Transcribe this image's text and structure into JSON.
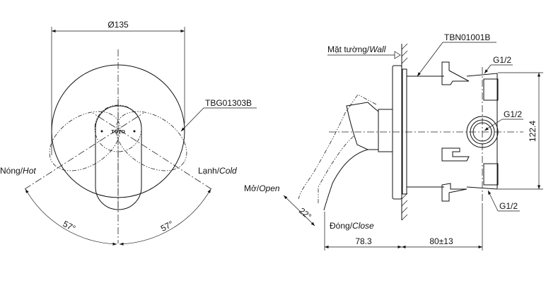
{
  "front_view": {
    "diameter_label": "Ø135",
    "part_label": "TBG01303B",
    "logo_text": "TOTO",
    "hot_label": "Nóng/",
    "hot_label_en": "Hot",
    "cold_label": "Lạnh/",
    "cold_label_en": "Cold",
    "angle_left": "57°",
    "angle_right": "57°"
  },
  "side_view": {
    "wall_label": "Mặt tường/",
    "wall_label_en": "Wall",
    "part_label": "TBN01001B",
    "port_top": "G1/2",
    "port_middle": "G1/2",
    "port_bottom": "G1/2",
    "height_dim": "122.4",
    "open_label": "Mở/",
    "open_label_en": "Open",
    "close_label": "Đóng/",
    "close_label_en": "Close",
    "angle_label": "22°",
    "depth_front": "78.3",
    "depth_back": "80±13"
  }
}
